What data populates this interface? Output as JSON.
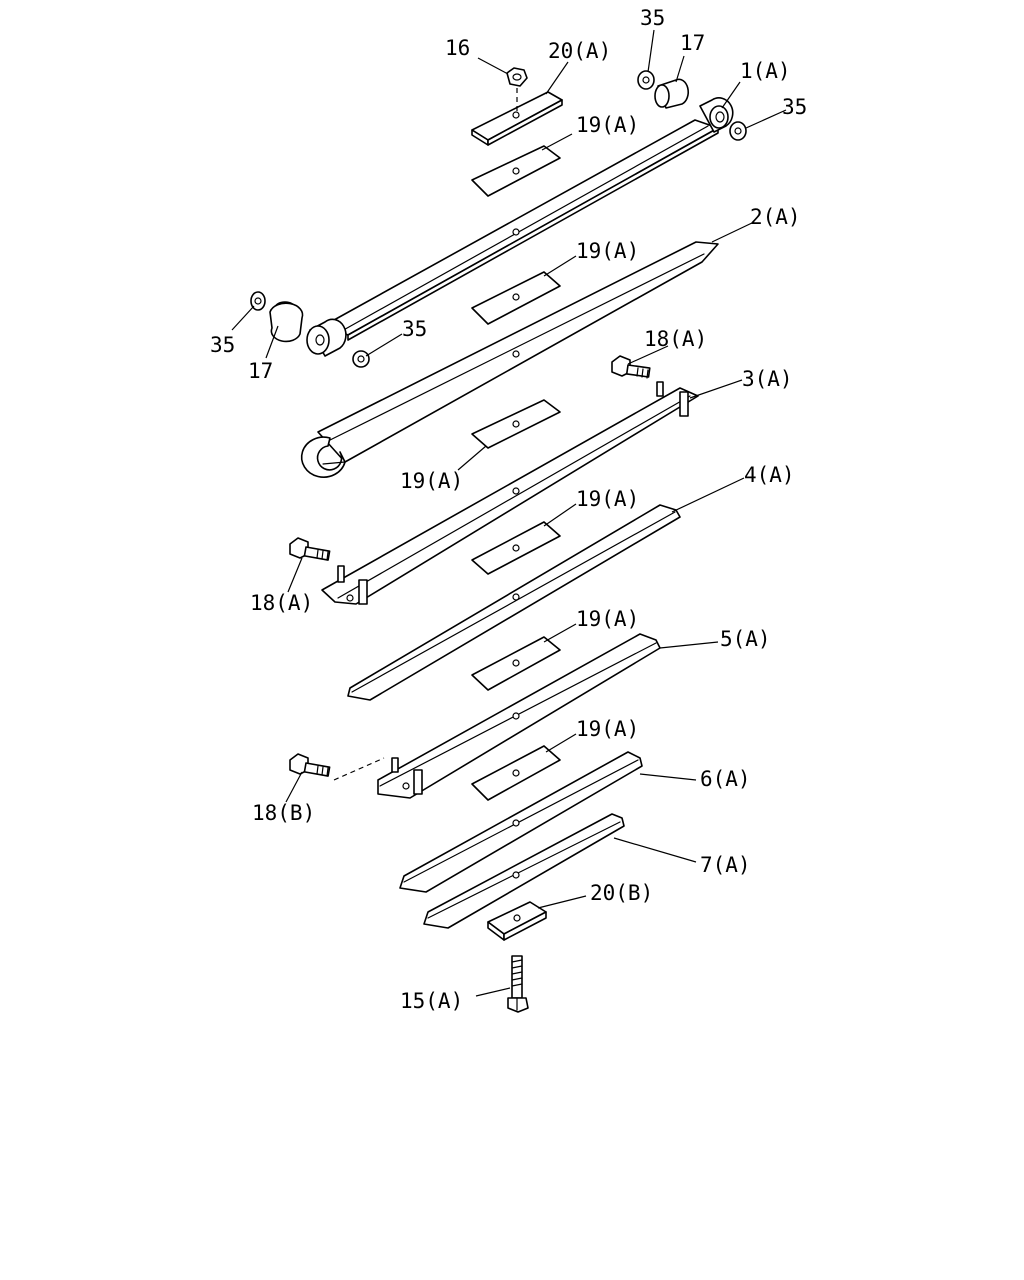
{
  "diagram": {
    "type": "exploded parts diagram",
    "colors": {
      "line": "#000000",
      "background": "#ffffff"
    },
    "callouts": {
      "c16": "16",
      "c20a": "20(A)",
      "c35_top": "35",
      "c17_top": "17",
      "c1a": "1(A)",
      "c35_right": "35",
      "c19a_1": "19(A)",
      "c2a": "2(A)",
      "c19a_2": "19(A)",
      "c35_left": "35",
      "c17_left": "17",
      "c35_mid": "35",
      "c18a_top": "18(A)",
      "c3a": "3(A)",
      "c19a_3": "19(A)",
      "c4a": "4(A)",
      "c19a_4": "19(A)",
      "c18a_left": "18(A)",
      "c19a_5": "19(A)",
      "c5a": "5(A)",
      "c19a_6": "19(A)",
      "c18b": "18(B)",
      "c6a": "6(A)",
      "c7a": "7(A)",
      "c20b": "20(B)",
      "c15a": "15(A)"
    }
  }
}
